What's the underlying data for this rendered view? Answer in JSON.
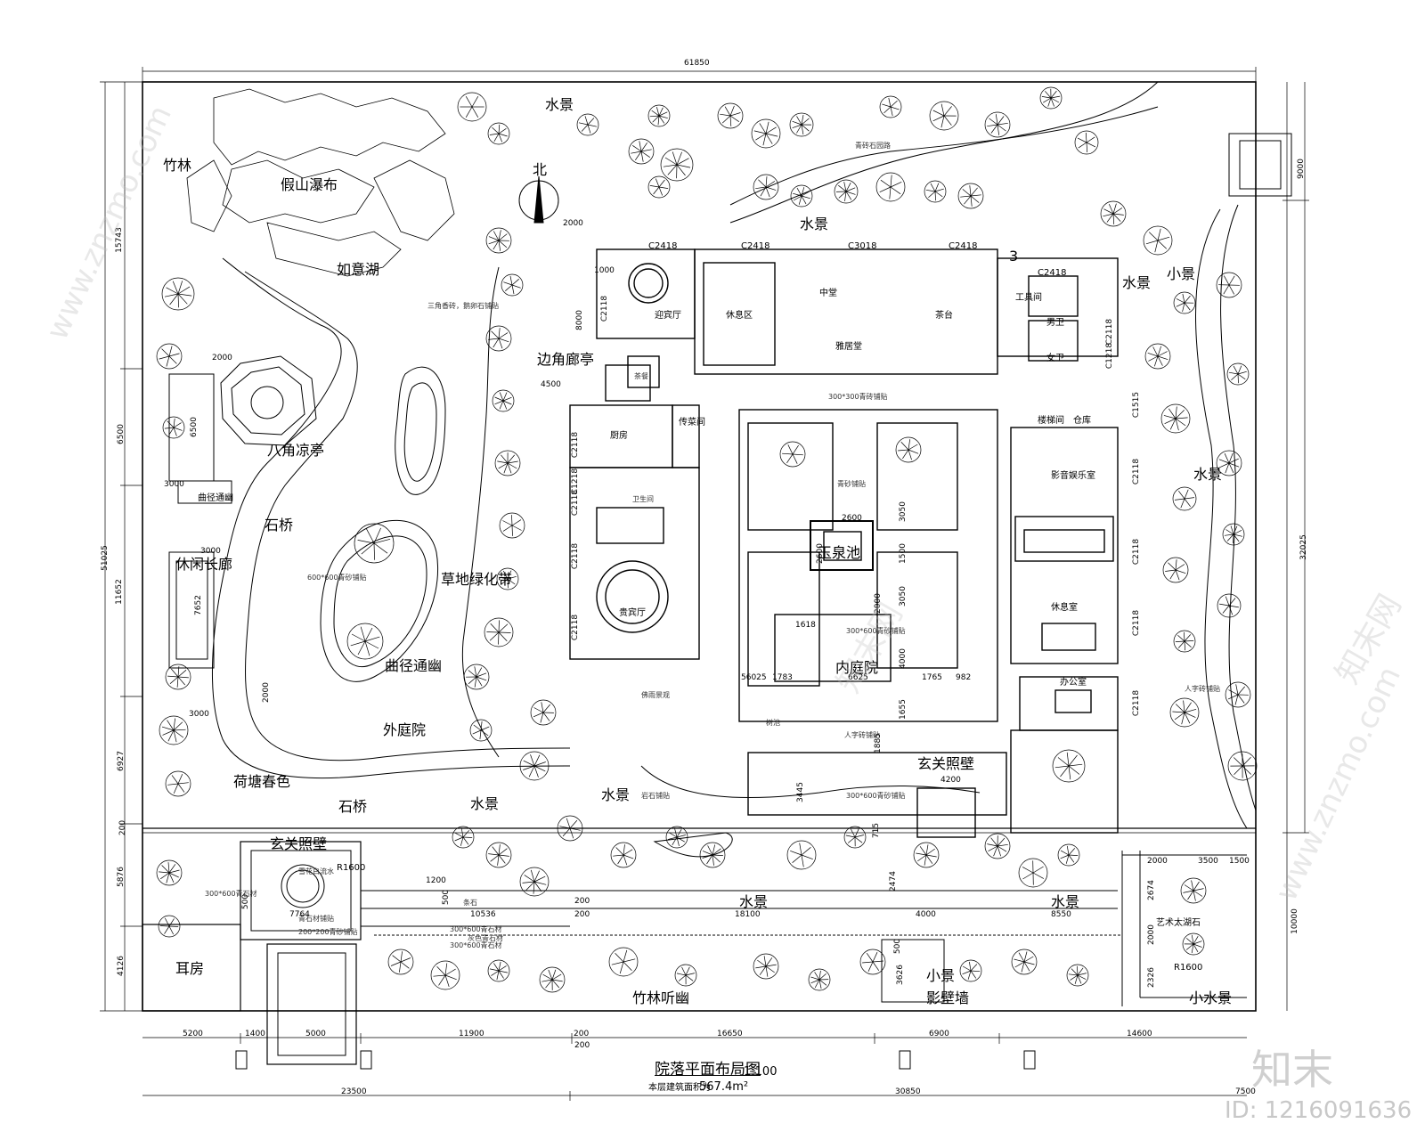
{
  "drawing": {
    "title": "院落平面布局图",
    "scale": "1:100",
    "area_note": "本层建筑面积为",
    "area_value": "567.4m²"
  },
  "labels": {
    "bamboo": "竹林",
    "rockery": "假山瀑布",
    "north": "北",
    "lake": "如意湖",
    "octagon": "八角凉亭",
    "path1": "曲径通幽",
    "bridge1": "石桥",
    "corridor": "休闲长廊",
    "lawn": "草地绿化带",
    "path2": "曲径通幽",
    "outer": "外庭院",
    "lotus": "荷塘春色",
    "bridge2": "石桥",
    "water1": "水景",
    "water2": "水景",
    "water3": "水景",
    "water4": "水景",
    "water5": "水景",
    "water6": "水景",
    "water7": "水景",
    "water8": "水景",
    "small_scene": "小景",
    "corner_pav": "边角廊亭",
    "reception": "迎宾厅",
    "rest_area": "休息区",
    "middle_hall": "中堂",
    "tea": "茶台",
    "elegant": "雅居堂",
    "tool": "工具间",
    "male_wc": "男卫",
    "female_wc": "女卫",
    "stair": "楼梯间",
    "storage": "仓库",
    "kitchen": "厨房",
    "pass": "传菜间",
    "wc": "卫生间",
    "vip": "贵宾厅",
    "tea_room": "茶餐",
    "jade_pool": "玉泉池",
    "inner": "内庭院",
    "av_room": "影音娱乐室",
    "rest_room": "休息室",
    "office": "办公室",
    "screen1": "玄关照壁",
    "screen2": "玄关照壁",
    "ear_room": "耳房",
    "bamboo2": "竹林听幽",
    "small_scene2": "小景",
    "shadow_wall": "影壁墙",
    "small_water": "小水景",
    "art_stone": "艺术太湖石",
    "c1": "C2418",
    "c2": "C2418",
    "c3": "C3018",
    "c4": "C2418",
    "c5": "C2418",
    "c6": "C2118",
    "c7": "C2118",
    "c8": "C2118",
    "c9": "C1218",
    "c10": "C2118",
    "c11": "C2118",
    "c12": "C2118",
    "c13": "C1218",
    "c14": "C1515",
    "c15": "C2118",
    "c16": "C2118",
    "c17": "C2118",
    "c18": "C2118",
    "three": "3",
    "r1600a": "R1600",
    "r1600b": "R1600",
    "mini1": "三角香砖，鹅卵石铺贴",
    "mini2": "600*600青砂铺贴",
    "mini3": "300*300青砖铺贴",
    "mini4": "青砂铺贴",
    "mini5": "300*600青砂铺贴",
    "mini6": "300*600青石材",
    "mini7": "300*600青石材",
    "mini8": "300*600青石材",
    "mini9": "灰色青石材",
    "mini10": "人字砖铺贴",
    "mini11": "人字砖铺贴",
    "mini12": "300*600青砂铺贴",
    "mini13": "雪花白流水",
    "mini14": "青砖石园路",
    "mini15": "树池",
    "mini16": "200*200青砂铺贴",
    "mini17": "青石材铺贴",
    "mini18": "条石",
    "mini19": "佛雨景观",
    "mini20": "岩石铺贴"
  },
  "dims": {
    "top": "61850",
    "l1": "15743",
    "l2": "51025",
    "l3": "6500",
    "l4": "11652",
    "l5": "6927",
    "l6": "5876",
    "l7": "4126",
    "l8": "200",
    "r1": "9000",
    "r2": "32025",
    "r3": "10000",
    "b1": "5200",
    "b2": "1400",
    "b3": "5000",
    "b4": "11900",
    "b5": "200",
    "b6": "16650",
    "b7": "6900",
    "b8": "14600",
    "b9": "23500",
    "b10": "30850",
    "b11": "7500",
    "d2000a": "2000",
    "d2000b": "2000",
    "d3000a": "3000",
    "d3000b": "3000",
    "d7652": "7652",
    "d2000c": "2000",
    "d6500": "6500",
    "d4500": "4500",
    "d1000": "1000",
    "d8000": "8000",
    "d2600a": "2600",
    "d2600b": "2600",
    "d3050a": "3050",
    "d1500": "1500",
    "d2000d": "2000",
    "d3050b": "3050",
    "d1618": "1618",
    "d4000a": "4000",
    "d56025": "56025",
    "d1783": "1783",
    "d6625": "6625",
    "d1765": "1765",
    "d982": "982",
    "d1655": "1655",
    "d1885": "1885",
    "d4200": "4200",
    "d3445": "3445",
    "d715": "715",
    "d2474": "2474",
    "d10536": "10536",
    "d18100": "18100",
    "d4000b": "4000",
    "d8550": "8550",
    "d2000e": "2000",
    "d3500": "3500",
    "d1500b": "1500",
    "d2674": "2674",
    "d2000f": "2000",
    "d2326": "2326",
    "d7764": "7764",
    "d1200": "1200",
    "d500a": "500",
    "d500b": "500",
    "d3626": "3626",
    "d500c": "500",
    "d200a": "200",
    "d200b": "200",
    "d200c": "200",
    "d3000c": "3000"
  },
  "watermark": {
    "logo": "知末",
    "id": "ID: 1216091636",
    "site": "www.znzmo.com",
    "brand": "知末网"
  }
}
